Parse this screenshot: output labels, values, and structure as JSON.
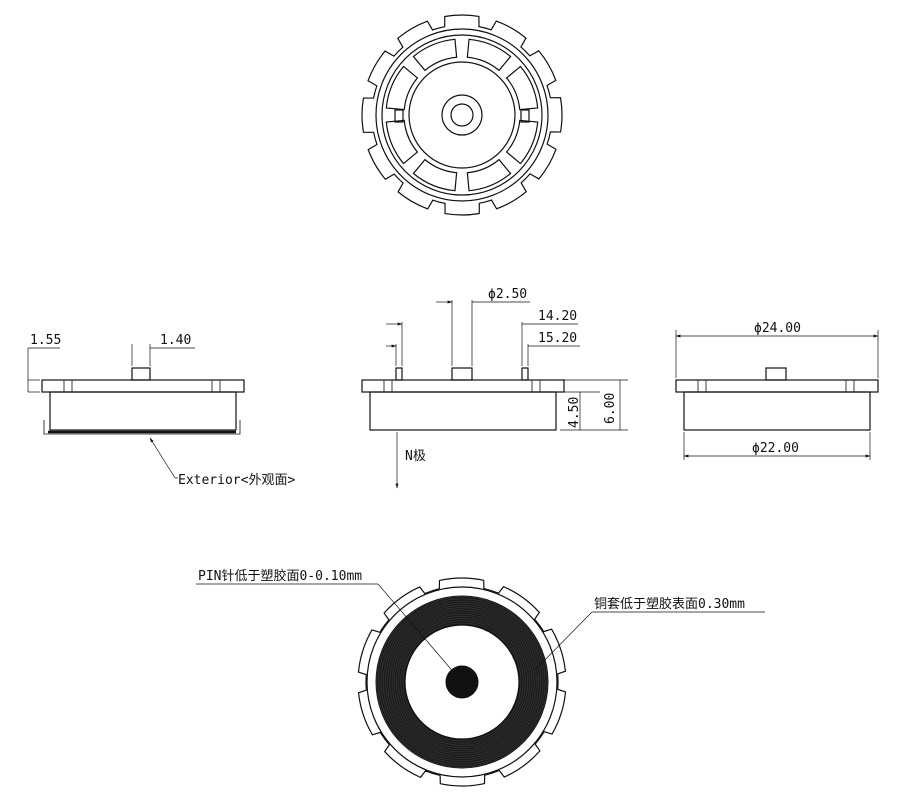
{
  "drawing": {
    "views": {
      "top_view": {},
      "left_side_view": {
        "dim_left": "1.55",
        "dim_right": "1.40",
        "callout": "Exterior<外观面>"
      },
      "front_view": {
        "dim_pin_diameter": "ϕ2.50",
        "dim_terminal_span_inner": "14.20",
        "dim_terminal_span_outer": "15.20",
        "dim_body_height": "4.50",
        "dim_total_height": "6.00",
        "pole_label": "N极"
      },
      "right_side_view": {
        "dim_outer_diameter": "ϕ24.00",
        "dim_body_diameter": "ϕ22.00"
      },
      "bottom_view": {
        "note_pin": "PIN针低于塑胶面0-0.10mm",
        "note_sleeve": "铜套低于塑胶表面0.30mm"
      }
    }
  }
}
